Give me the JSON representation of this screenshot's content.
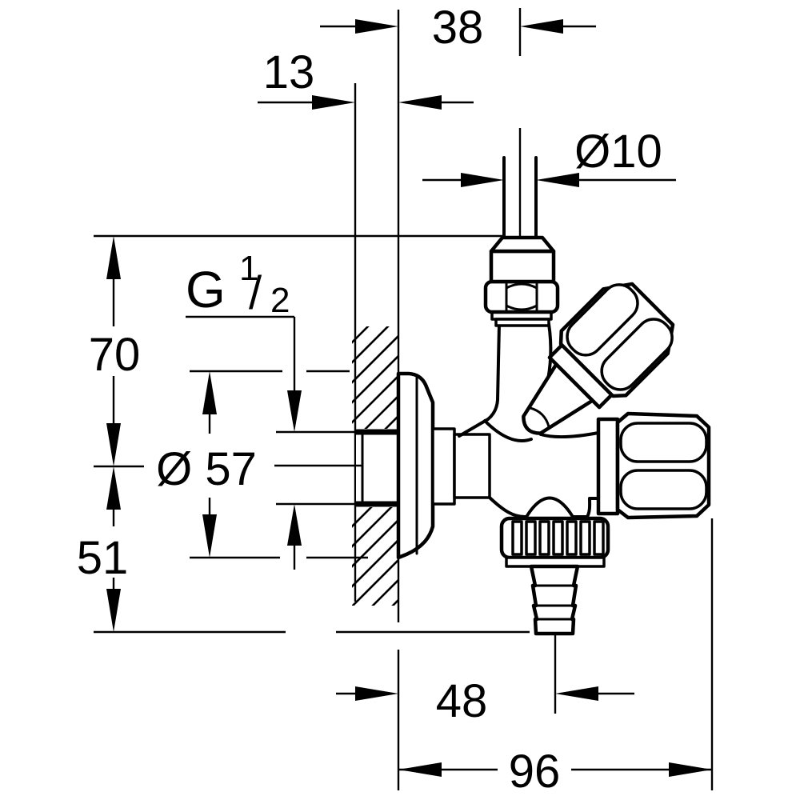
{
  "drawing": {
    "title": "angle-valve-dimension-drawing",
    "colors": {
      "line": "#000000",
      "background": "#ffffff"
    },
    "labels": {
      "top_offset": "38",
      "wall_depth": "13",
      "pipe_diameter": "Ø10",
      "thread_g": "G",
      "thread_numerator": "1",
      "thread_slash": "/",
      "thread_denominator": "2",
      "height_upper": "70",
      "flange_diameter": "Ø 57",
      "height_lower": "51",
      "outlet_offset": "48",
      "total_depth": "96"
    }
  }
}
